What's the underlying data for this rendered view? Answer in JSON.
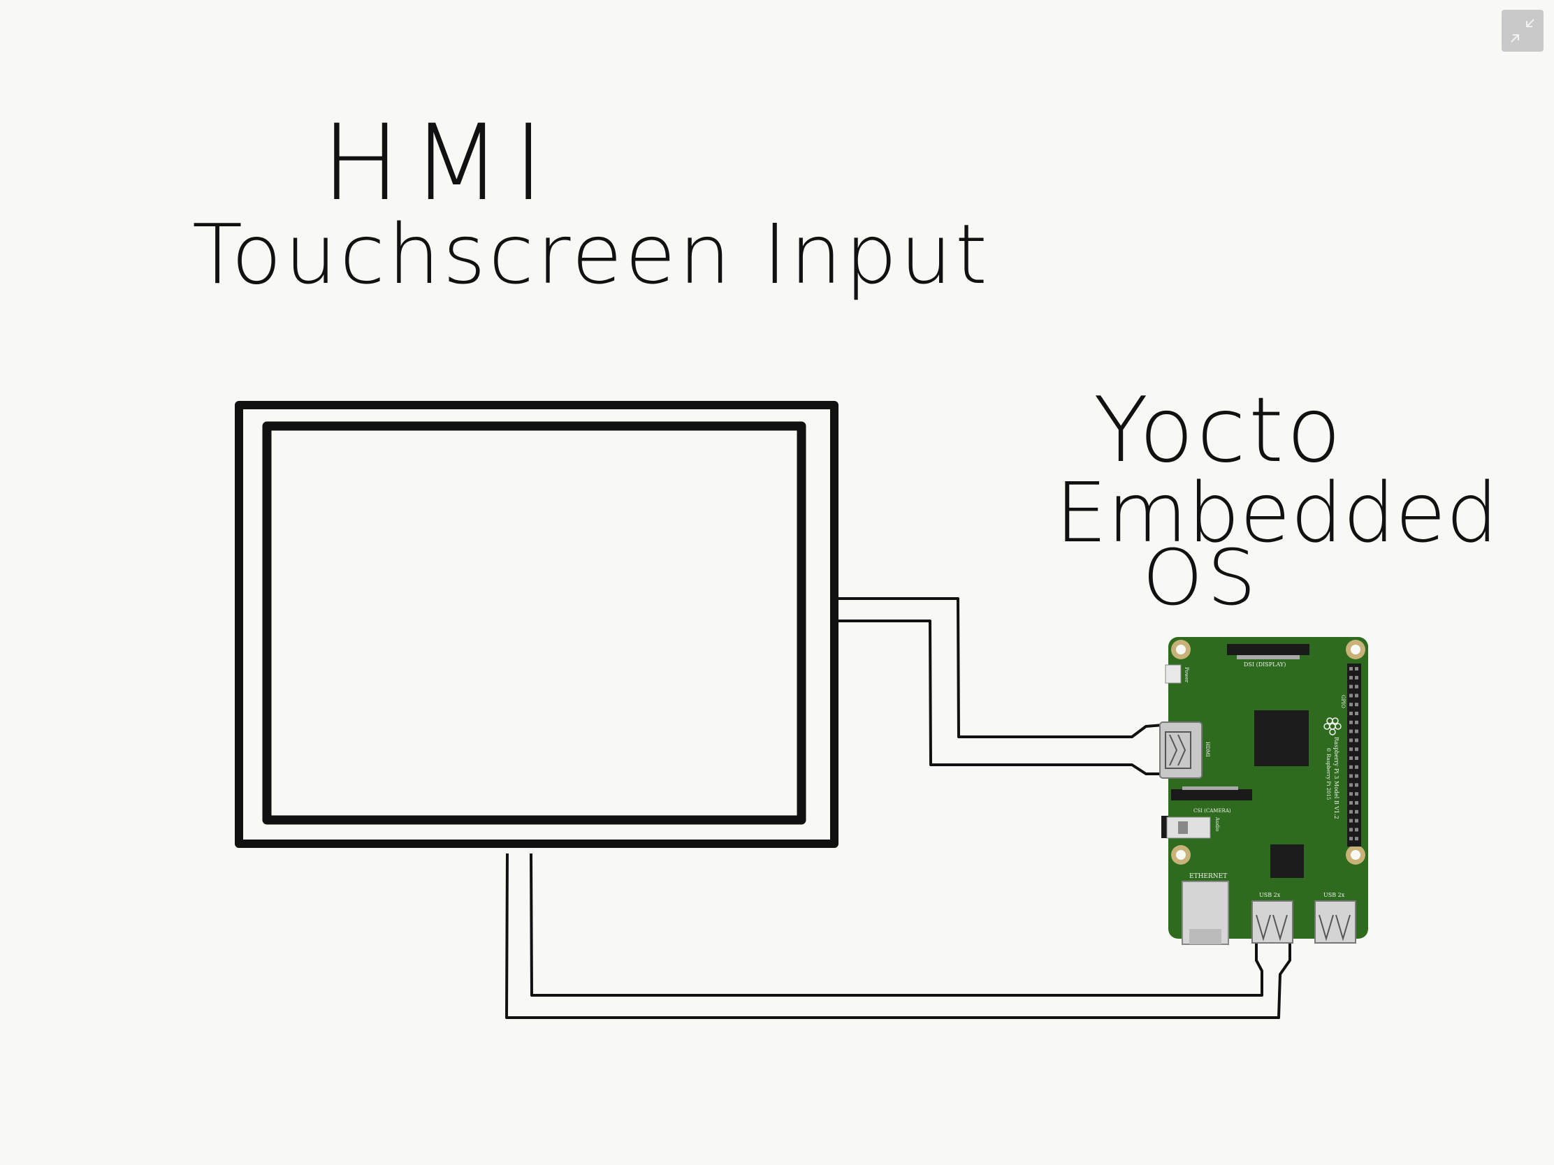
{
  "diagram": {
    "title_line1": "HMI",
    "title_line2": "Touchscreen Input",
    "os_line1": "Yocto",
    "os_line2": "Embedded",
    "os_line3": "OS"
  },
  "board": {
    "dsi_label": "DSI (DISPLAY)",
    "power_label": "Power",
    "hdmi_label": "HDMI",
    "gpio_label": "GPIO",
    "model_line1": "Raspberry Pi 3 Model B V1.2",
    "model_line2": "© Raspberry Pi 2015",
    "csi_label": "CSI (CAMERA)",
    "audio_label": "Audio",
    "ethernet_label": "ETHERNET",
    "usb_left_label": "USB 2x",
    "usb_right_label": "USB 2x"
  },
  "toolbar": {
    "collapse_icon": "collapse-arrows-icon"
  }
}
